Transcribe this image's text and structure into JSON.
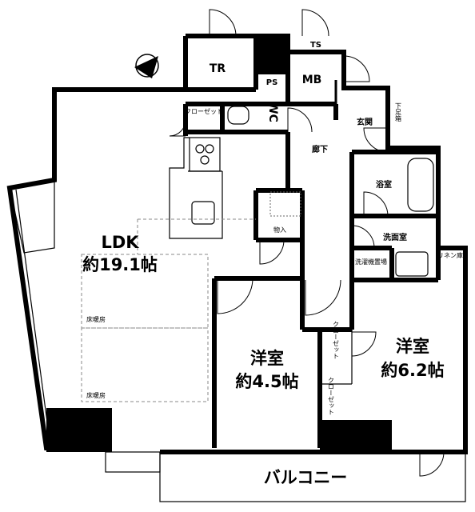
{
  "rooms": {
    "ldk_name": "LDK",
    "ldk_size": "約19.1帖",
    "western1_name": "洋室",
    "western1_size": "約4.5帖",
    "western2_name": "洋室",
    "western2_size": "約6.2帖",
    "tr": "TR",
    "ts": "TS",
    "ps": "PS",
    "mb": "MB",
    "wc": "WC",
    "entrance": "玄関",
    "shoe_box": "下足箱",
    "corridor": "廊下",
    "bath": "浴室",
    "washroom": "洗面室",
    "storage": "物入",
    "laundry": "洗濯機置場",
    "linen": "リネン庫",
    "closet_kitchen": "クローゼット",
    "closet_w1": "クローゼット",
    "closet_w2": "クローゼット",
    "balcony": "バルコニー",
    "floor_heating_1": "床暖房",
    "floor_heating_2": "床暖房"
  },
  "compass": "north-arrow-icon"
}
